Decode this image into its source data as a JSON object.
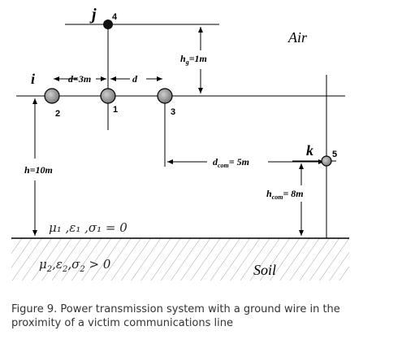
{
  "labels": {
    "j": "j",
    "j_num": "4",
    "i": "i",
    "i_num": "2",
    "c1_num": "1",
    "c3_num": "3",
    "k": "k",
    "k_num": "5",
    "d_3m": "d=3m",
    "d": "d",
    "hg_base": "h",
    "hg_sub": "g",
    "hg_val": "=1m",
    "air": "Air",
    "soil": "Soil",
    "dcom_base": "d",
    "dcom_sub": "com",
    "dcom_val": "= 5m",
    "h10": "h=10m",
    "hcom_base": "h",
    "hcom_sub": "com",
    "hcom_val": "= 8m",
    "layer1": "μ₁ ,ε₁ ,σ₁ = 0",
    "layer2_mu": "μ",
    "layer2_mu_sub": "2",
    "layer2_eps": ",ε",
    "layer2_eps_sub": "2",
    "layer2_sig": ",σ",
    "layer2_sig_sub": "2",
    "layer2_tail": " > 0"
  },
  "caption": "Figure 9. Power transmission system with a ground wire in the proximity of a victim communications line",
  "colors": {
    "ink": "#000000",
    "conductor_fill": "#9a9a9a",
    "caption": "#333333"
  }
}
